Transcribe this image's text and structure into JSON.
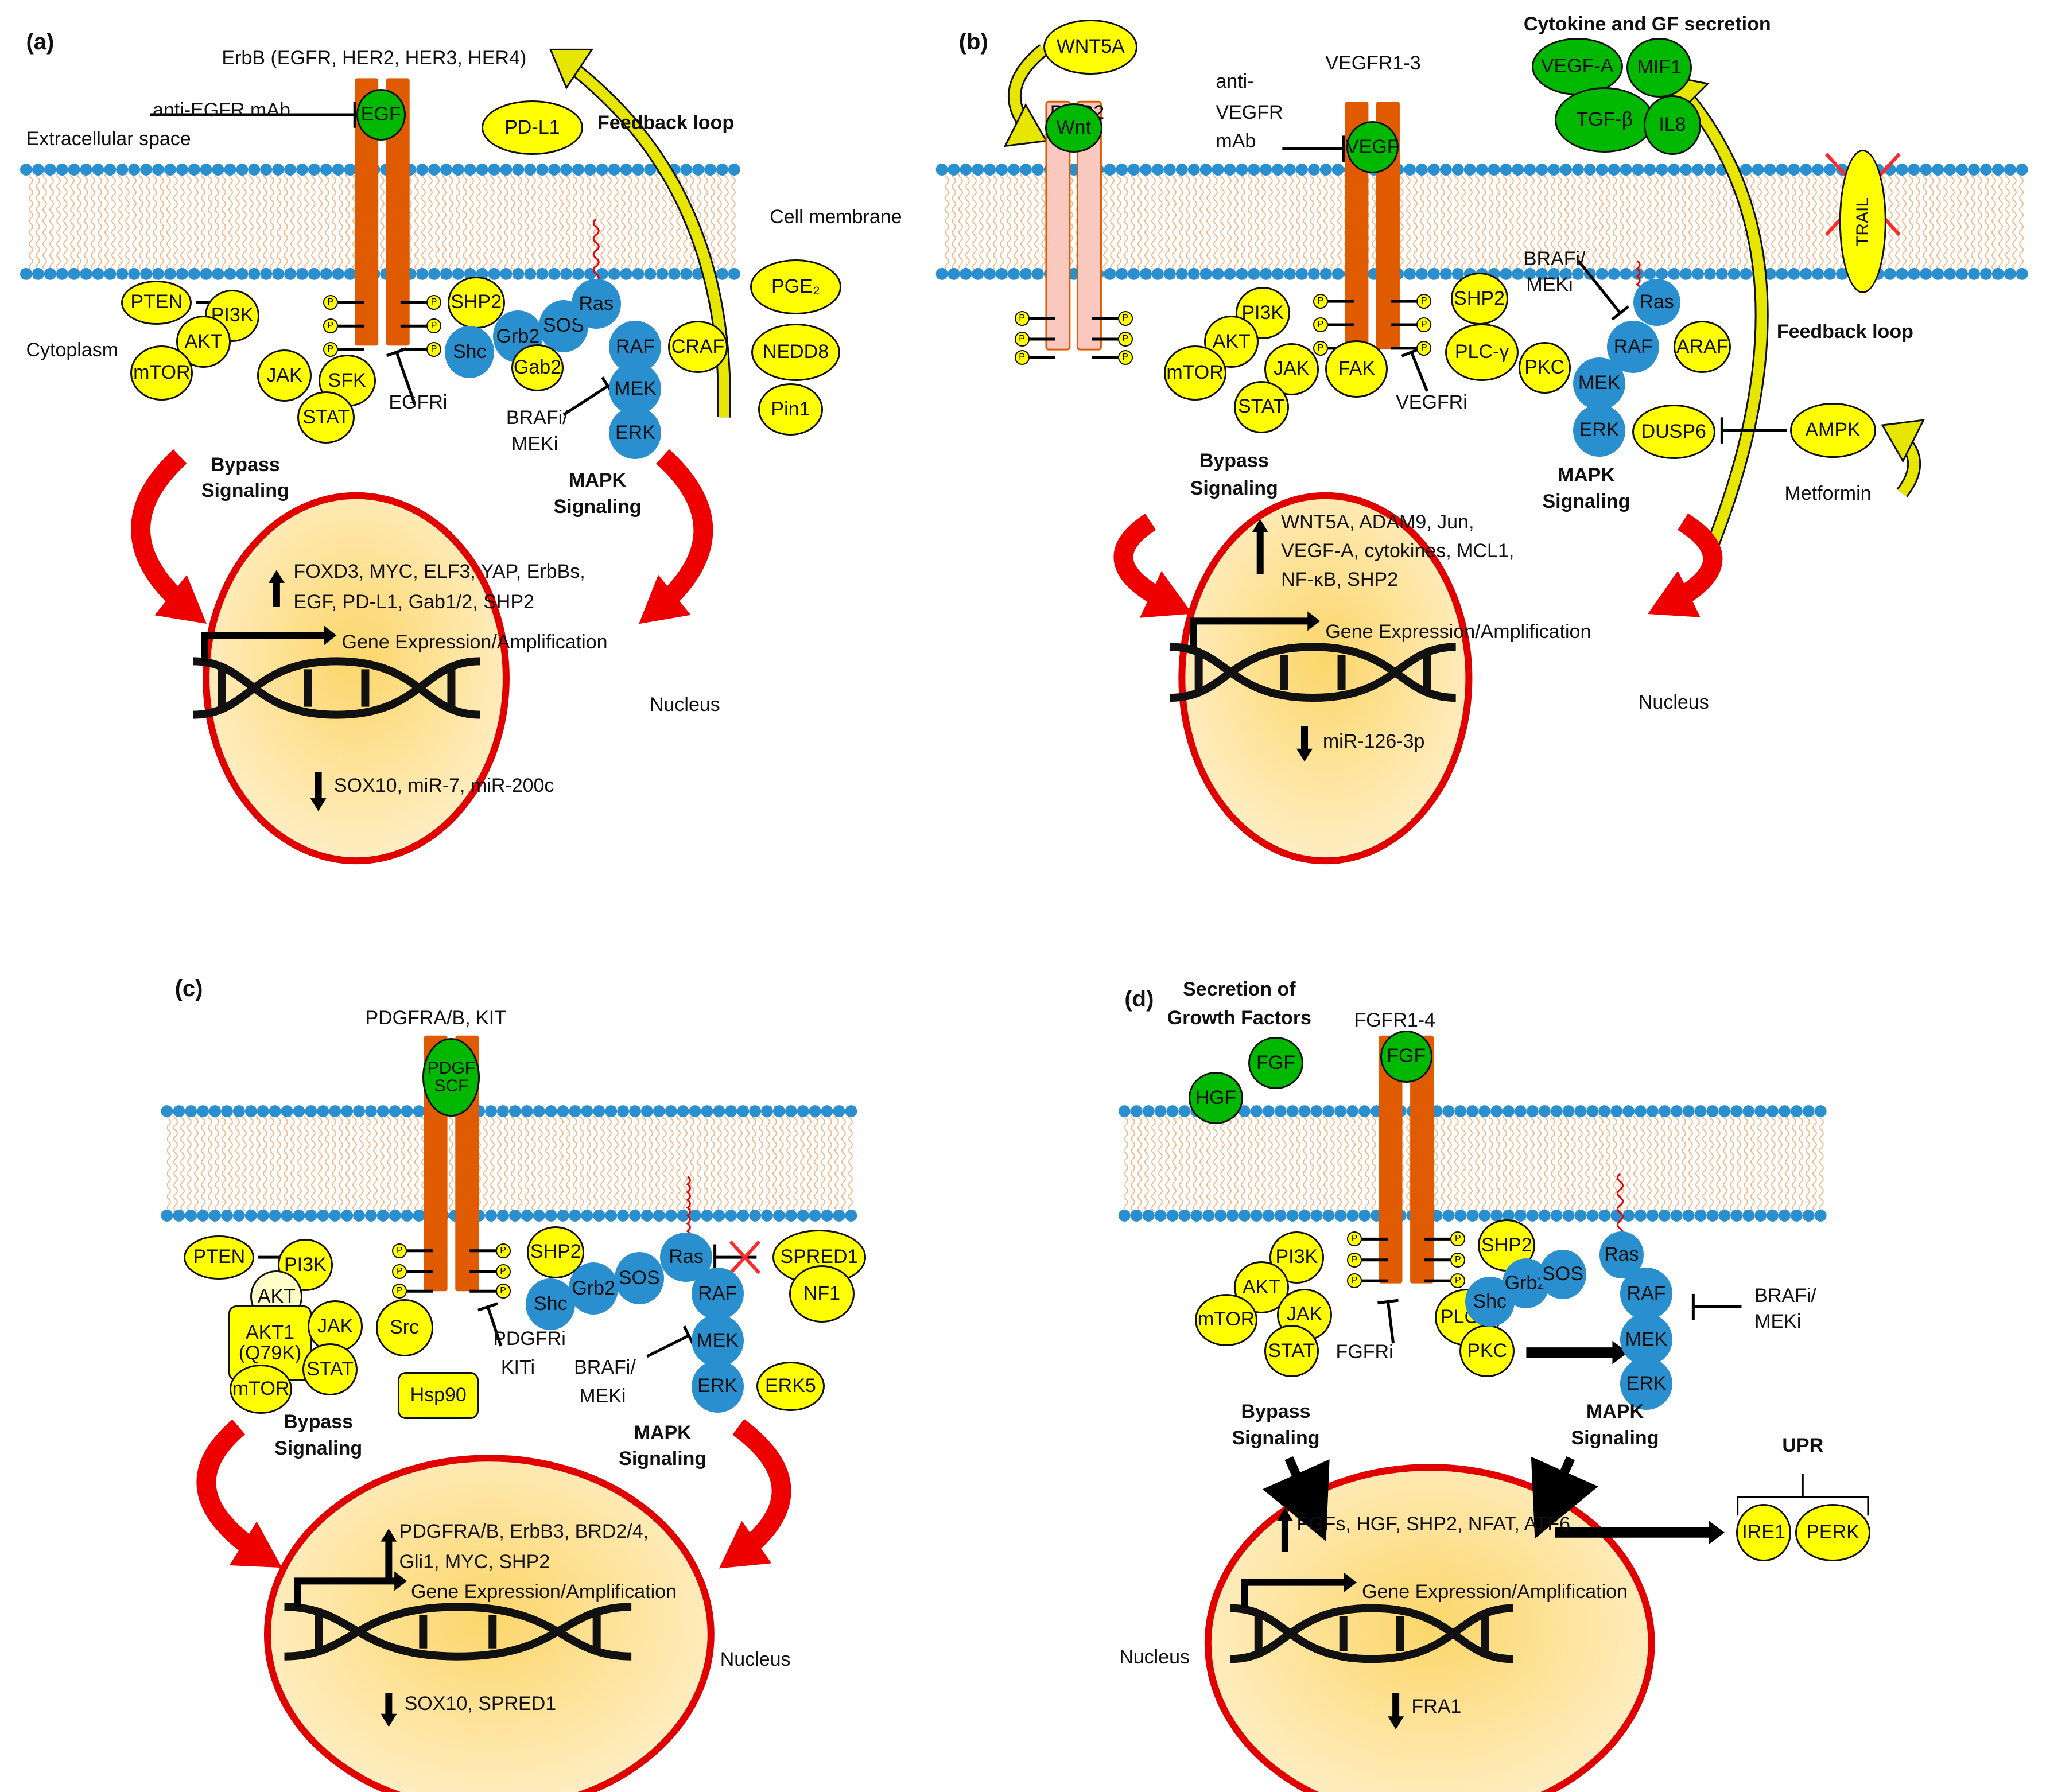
{
  "figure": {
    "colors": {
      "receptor": "#e05a00",
      "membrane_head": "#2a8fcf",
      "membrane_tail": "#f4b98a",
      "yellow_node": "#ffff00",
      "green_node": "#00b800",
      "blue_node": "#2a8fcf",
      "nucleus_fill": "#fde7a8",
      "nucleus_border": "#e00000",
      "feedback_arrow": "#e6e600",
      "red_arrow": "#ee0000"
    }
  },
  "common": {
    "phospho": "P",
    "gene_expression": "Gene Expression/Amplification",
    "nucleus": "Nucleus",
    "bypass": [
      "Bypass",
      "Signaling"
    ],
    "mapk": [
      "MAPK",
      "Signaling"
    ]
  },
  "panel_a": {
    "letter": "(a)",
    "receptor_label": "ErbB (EGFR, HER2, HER3, HER4)",
    "ligand": "EGF",
    "antibody": "anti-EGFR mAb",
    "extracellular": "Extracellular space",
    "membrane": "Cell membrane",
    "cytoplasm": "Cytoplasm",
    "feedback": "Feedback loop",
    "pdl1": "PD-L1",
    "left_nodes": [
      "PTEN",
      "PI3K",
      "AKT",
      "mTOR",
      "JAK",
      "SFK",
      "STAT"
    ],
    "right_nodes": [
      "SHP2",
      "Shc",
      "Grb2",
      "SOS",
      "Gab2",
      "Ras",
      "RAF",
      "CRAF",
      "MEK",
      "ERK",
      "PGE2",
      "NEDD8",
      "Pin1"
    ],
    "inhibitor_receptor": "EGFRi",
    "inhibitor_mapk": [
      "BRAFi/",
      "MEKi"
    ],
    "up": [
      "FOXD3, MYC, ELF3, YAP, ErbBs,",
      "EGF, PD-L1, Gab1/2, SHP2"
    ],
    "down": "SOX10, miR-7, miR-200c"
  },
  "panel_b": {
    "letter": "(b)",
    "wnt5a": "WNT5A",
    "ror2": "ROR2",
    "wnt": "Wnt",
    "receptor_label": "VEGFR1-3",
    "ligand": "VEGF",
    "antibody": [
      "anti-",
      "VEGFR",
      "mAb"
    ],
    "secretion_title": "Cytokine and GF secretion",
    "secreted": [
      "VEGF-A",
      "MIF1",
      "TGF-β",
      "IL8"
    ],
    "trail": "TRAIL",
    "feedback": "Feedback loop",
    "left_nodes": [
      "PI3K",
      "AKT",
      "mTOR",
      "JAK",
      "STAT",
      "FAK"
    ],
    "right_nodes": [
      "SHP2",
      "PLC-γ",
      "PKC",
      "Ras",
      "RAF",
      "ARAF",
      "MEK",
      "ERK",
      "DUSP6",
      "AMPK"
    ],
    "inhibitor_receptor": "VEGFRi",
    "inhibitor_mapk": [
      "BRAFi/",
      "MEKi"
    ],
    "metformin": "Metformin",
    "up": [
      "WNT5A, ADAM9, Jun,",
      "VEGF-A, cytokines, MCL1,",
      "NF-κB, SHP2"
    ],
    "down": "miR-126-3p"
  },
  "panel_c": {
    "letter": "(c)",
    "receptor_label": "PDGFRA/B, KIT",
    "ligand": [
      "PDGF",
      "SCF"
    ],
    "left_nodes": [
      "PTEN",
      "PI3K",
      "AKT",
      "JAK",
      "STAT",
      "mTOR",
      "Src"
    ],
    "akt1": [
      "AKT1",
      "(Q79K)"
    ],
    "hsp90": "Hsp90",
    "right_nodes": [
      "SHP2",
      "Shc",
      "Grb2",
      "SOS",
      "Ras",
      "RAF",
      "MEK",
      "ERK",
      "ERK5",
      "SPRED1",
      "NF1"
    ],
    "inhibitor_receptor": [
      "PDGFRi",
      "KITi"
    ],
    "inhibitor_mapk": [
      "BRAFi/",
      "MEKi"
    ],
    "up": [
      "PDGFRA/B, ErbB3, BRD2/4,",
      "Gli1, MYC, SHP2"
    ],
    "down": "SOX10, SPRED1"
  },
  "panel_d": {
    "letter": "(d)",
    "secretion_title": [
      "Secretion of",
      "Growth Factors"
    ],
    "secreted": [
      "FGF",
      "HGF"
    ],
    "receptor_label": "FGFR1-4",
    "ligand": "FGF",
    "left_nodes": [
      "PI3K",
      "AKT",
      "mTOR",
      "JAK",
      "STAT"
    ],
    "right_nodes": [
      "SHP2",
      "PLC-γ",
      "PKC",
      "Shc",
      "Grb2",
      "SOS",
      "Ras",
      "RAF",
      "MEK",
      "ERK"
    ],
    "inhibitor_receptor": "FGFRi",
    "inhibitor_mapk": [
      "BRAFi/",
      "MEKi"
    ],
    "upr": "UPR",
    "upr_nodes": [
      "IRE1",
      "PERK"
    ],
    "up": "FGFs, HGF, SHP2, NFAT, ATF6",
    "down": "FRA1"
  }
}
